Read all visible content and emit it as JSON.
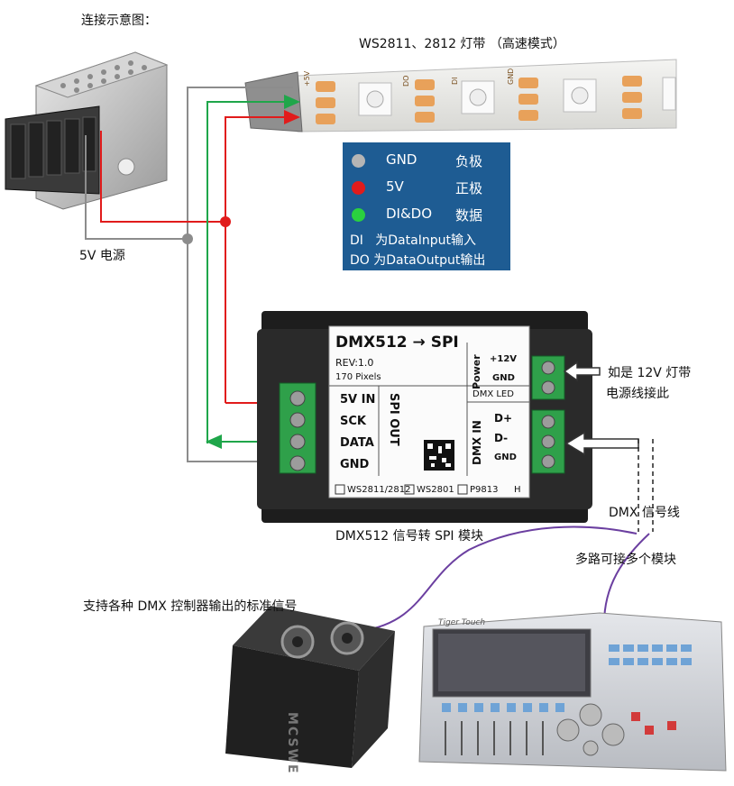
{
  "header": {
    "title": "连接示意图："
  },
  "strip": {
    "title": "WS2811、2812 灯带  （高速模式）",
    "pad_labels": [
      "+5V",
      "DO",
      "DI",
      "GND"
    ]
  },
  "psu": {
    "label": "5V 电源"
  },
  "legend": {
    "rows": [
      {
        "name": "GND",
        "desc": "负极",
        "color": "#b5b5b5"
      },
      {
        "name": "5V",
        "desc": "正极",
        "color": "#e11b1b"
      },
      {
        "name": "DI&DO",
        "desc": "数据",
        "color": "#2ad13f"
      }
    ],
    "notes": [
      {
        "abbr": "DI",
        "text": "为DataInput输入"
      },
      {
        "abbr": "DO",
        "text": "为DataOutput输出"
      }
    ]
  },
  "module": {
    "title": "DMX512 → SPI",
    "rev": "REV:1.0",
    "pixels": "170 Pixels",
    "spi_pins": [
      "5V IN",
      "SCK",
      "DATA",
      "GND"
    ],
    "spi_label": "SPI OUT",
    "power_label": "Power",
    "power_pins": [
      "+12V",
      "GND"
    ],
    "dmx_led": "DMX LED",
    "dmx_label": "DMX IN",
    "dmx_pins": [
      "D+",
      "D-",
      "GND"
    ],
    "checks": [
      "WS2811/2812",
      "WS2801",
      "P9813"
    ],
    "corner": "H",
    "caption": "DMX512 信号转 SPI 模块"
  },
  "notes": {
    "power12_line1": "如是 12V 灯带",
    "power12_line2": "电源线接此",
    "dmx_signal": "DMX   信号线",
    "multi": "多路可接多个模块",
    "controller": "支持各种 DMX 控制器输出的标准信号"
  },
  "console": {
    "brand": "Tiger Touch"
  },
  "interface": {
    "brand": "MCSWE"
  }
}
